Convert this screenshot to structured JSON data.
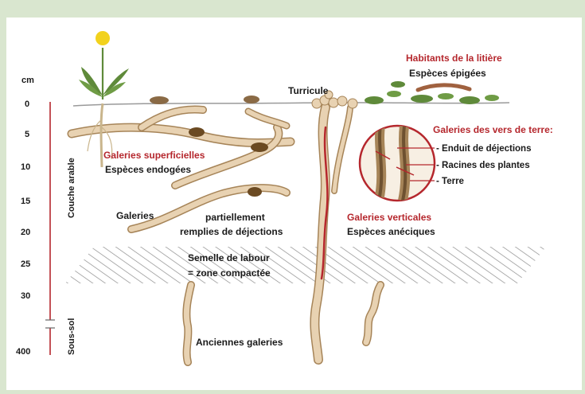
{
  "scale": {
    "unit": "cm",
    "ticks": [
      "0",
      "5",
      "10",
      "15",
      "20",
      "25",
      "30",
      "400"
    ]
  },
  "layers": {
    "topsoil": "Couche arable",
    "subsoil": "Sous-sol"
  },
  "labels": {
    "litter_title": "Habitants de la litière",
    "litter_species": "Espèces épigées",
    "casting": "Turricule",
    "earthworm_title": "Galeries des vers de terre:",
    "lining": "- Enduit de déjections",
    "roots": "- Racines des plantes",
    "soil": "- Terre",
    "surface_title": "Galeries superficielles",
    "surface_species": "Espèces endogées",
    "galleries": "Galeries",
    "partial_line1": "partiellement",
    "partial_line2": "remplies de déjections",
    "vertical_title": "Galeries verticales",
    "vertical_species": "Espèces anéciques",
    "pan_line1": "Semelle de labour",
    "pan_line2": "= zone compactée",
    "old_galleries": "Anciennes galeries"
  },
  "colors": {
    "accent": "#b5272d",
    "text": "#1a1a1a",
    "burrow": "#e8d2b2",
    "burrow_edge": "#a68458",
    "litter": "#5f8a3a",
    "background": "#d9e6cf"
  }
}
